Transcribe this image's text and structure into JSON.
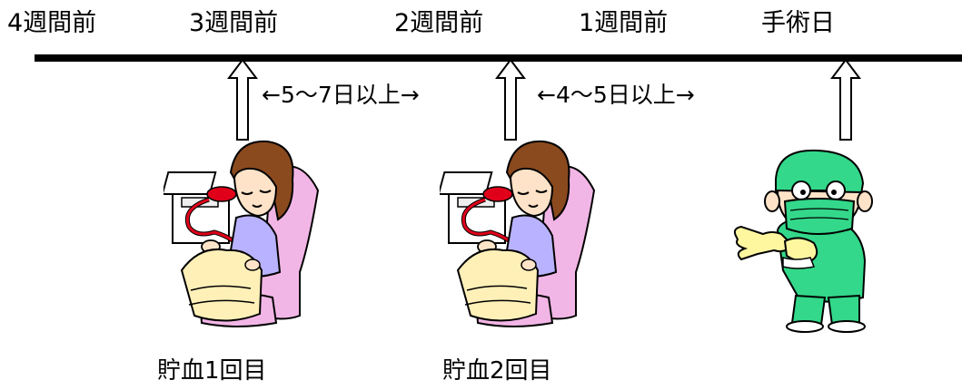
{
  "timeline": {
    "weeks": [
      "4週間前",
      "3週間前",
      "2週間前",
      "1週間前",
      "手術日"
    ],
    "intervals": [
      "←5～7日以上→",
      "←4～5日以上→"
    ]
  },
  "events": {
    "donation_1": "貯血1回目",
    "donation_2": "貯血2回目"
  },
  "colors": {
    "hair": "#8a4a1e",
    "chair": "#f2b6e6",
    "blanket": "#fff0b8",
    "sweater": "#b9b2ff",
    "blood": "#e0001a",
    "scrubs": "#33d88a",
    "glove": "#fff7a0"
  },
  "icons": {
    "marker": "up-arrow-icon",
    "patient": "blood-donor-illustration",
    "surgeon": "surgeon-illustration"
  }
}
